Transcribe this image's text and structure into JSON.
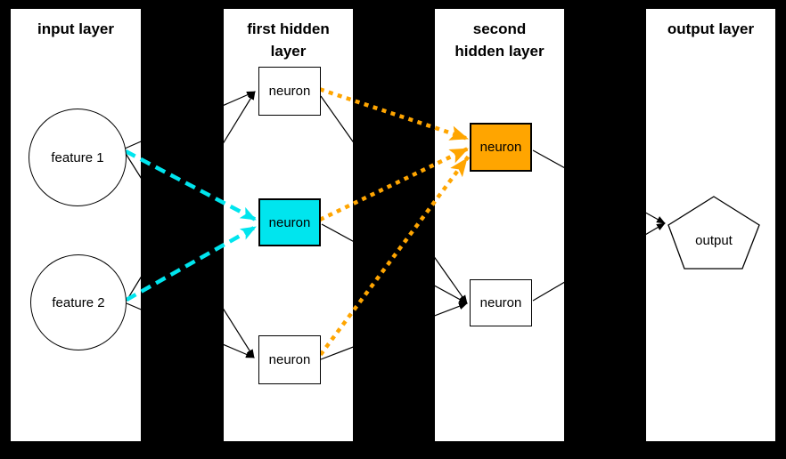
{
  "panels": [
    {
      "id": "input",
      "title_lines": [
        "input layer"
      ]
    },
    {
      "id": "first-hidden",
      "title_lines": [
        "first hidden",
        "layer"
      ]
    },
    {
      "id": "second-hidden",
      "title_lines": [
        "second",
        "hidden layer"
      ]
    },
    {
      "id": "output",
      "title_lines": [
        "output layer"
      ]
    }
  ],
  "nodes": [
    {
      "id": "feature1",
      "label": "feature 1",
      "shape": "circle",
      "layer": "input"
    },
    {
      "id": "feature2",
      "label": "feature 2",
      "shape": "circle",
      "layer": "input"
    },
    {
      "id": "h1top",
      "label": "neuron",
      "shape": "rect",
      "layer": "first-hidden",
      "fill": "#FFFFFF"
    },
    {
      "id": "h1mid",
      "label": "neuron",
      "shape": "rect",
      "layer": "first-hidden",
      "fill": "#00E5EE"
    },
    {
      "id": "h1bot",
      "label": "neuron",
      "shape": "rect",
      "layer": "first-hidden",
      "fill": "#FFFFFF"
    },
    {
      "id": "h2top",
      "label": "neuron",
      "shape": "rect",
      "layer": "second-hidden",
      "fill": "#FFA500"
    },
    {
      "id": "h2bot",
      "label": "neuron",
      "shape": "rect",
      "layer": "second-hidden",
      "fill": "#FFFFFF"
    },
    {
      "id": "output",
      "label": "output",
      "shape": "pentagon",
      "layer": "output"
    }
  ],
  "edges": [
    {
      "id": "f1-h1top",
      "from": "feature1",
      "to": "h1top",
      "style": "plain"
    },
    {
      "id": "f2-h1top",
      "from": "feature2",
      "to": "h1top",
      "style": "plain"
    },
    {
      "id": "f1-h1bot",
      "from": "feature1",
      "to": "h1bot",
      "style": "plain"
    },
    {
      "id": "f2-h1bot",
      "from": "feature2",
      "to": "h1bot",
      "style": "plain"
    },
    {
      "id": "f1-h1mid",
      "from": "feature1",
      "to": "h1mid",
      "style": "cyan-dashed"
    },
    {
      "id": "f2-h1mid",
      "from": "feature2",
      "to": "h1mid",
      "style": "cyan-dashed"
    },
    {
      "id": "h1top-h2bot",
      "from": "h1top",
      "to": "h2bot",
      "style": "plain"
    },
    {
      "id": "h1mid-h2bot",
      "from": "h1mid",
      "to": "h2bot",
      "style": "plain"
    },
    {
      "id": "h1bot-h2bot",
      "from": "h1bot",
      "to": "h2bot",
      "style": "plain"
    },
    {
      "id": "h1top-h2top",
      "from": "h1top",
      "to": "h2top",
      "style": "orange-dotted"
    },
    {
      "id": "h1mid-h2top",
      "from": "h1mid",
      "to": "h2top",
      "style": "orange-dotted"
    },
    {
      "id": "h1bot-h2top",
      "from": "h1bot",
      "to": "h2top",
      "style": "orange-dotted"
    },
    {
      "id": "h2top-out",
      "from": "h2top",
      "to": "output",
      "style": "plain"
    },
    {
      "id": "h2bot-out",
      "from": "h2bot",
      "to": "output",
      "style": "plain"
    }
  ],
  "colors": {
    "highlight_cyan": "#00E5EE",
    "highlight_orange": "#FFA500",
    "edge_black": "#000000",
    "panel_bg": "#FFFFFF",
    "canvas_bg": "#000000"
  }
}
